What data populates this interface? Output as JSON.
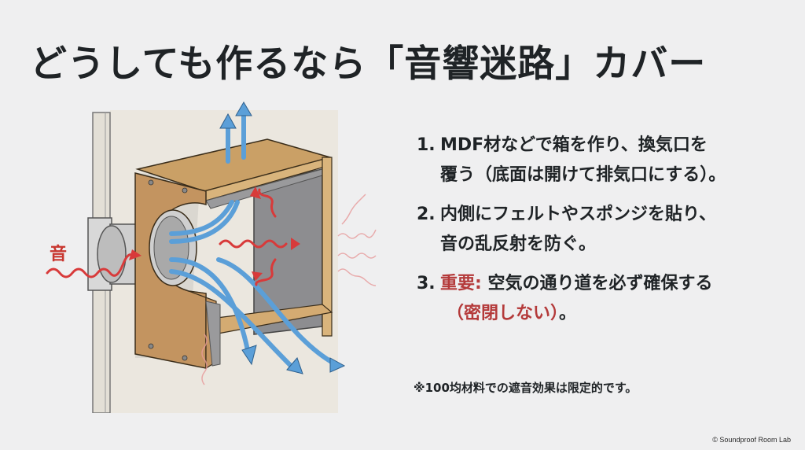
{
  "title": "どうしても作るなら「音響迷路」カバー",
  "illustration": {
    "sound_label": "音",
    "colors": {
      "wood": "#c9995e",
      "wood_edge": "#d9b47c",
      "felt": "#8e8e90",
      "air_arrow": "#5b9fd8",
      "sound_wave": "#d83a3a",
      "wall": "#e8e4dc"
    }
  },
  "steps": [
    {
      "number": "1.",
      "line1": "MDF材などで箱を作り、換気口を",
      "line2": "覆う（底面は開けて排気口にする）。"
    },
    {
      "number": "2.",
      "line1": "内側にフェルトやスポンジを貼り、",
      "line2": "音の乱反射を防ぐ。"
    },
    {
      "number": "3.",
      "emphasis": "重要:",
      "line1_rest": " 空気の通り道を必ず確保する",
      "line2_red": "（密閉しない）",
      "line2_end": "。"
    }
  ],
  "note": "※100均材料での遮音効果は限定的です。",
  "credit": "© Soundproof Room Lab",
  "colors": {
    "background": "#efeff0",
    "text": "#1f2326",
    "accent_red": "#b43a3a"
  }
}
